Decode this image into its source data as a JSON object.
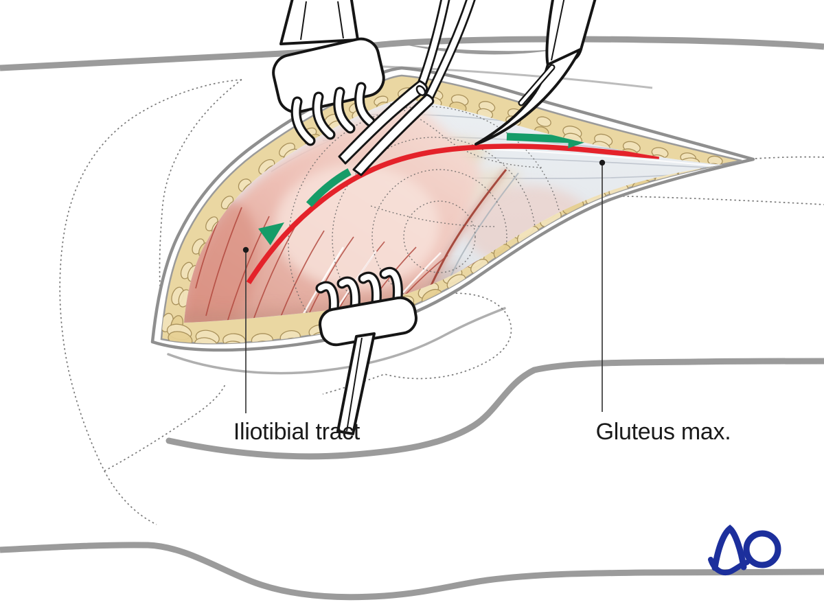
{
  "illustration": {
    "kind": "surgical-approach-medical-illustration",
    "labels": {
      "iliotibial": "Iliotibial tract",
      "gluteus": "Gluteus max."
    },
    "logo": "AO",
    "colors": {
      "incision_red": "#e4222a",
      "arrow_green": "#169c68",
      "skin_line_gray": "#9b9b9b",
      "fat_yellow": "#ecd9a6",
      "muscle_pink": "#e3a396",
      "fascia_gray": "#e8ecef",
      "logo_blue": "#1c2f9c"
    }
  }
}
